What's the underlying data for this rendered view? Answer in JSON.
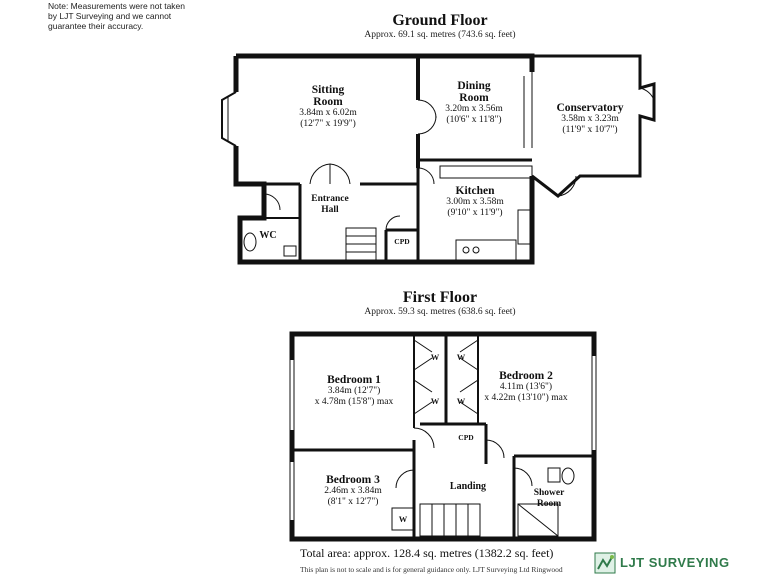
{
  "note": [
    "Note: Measurements were not taken",
    "by LJT Surveying and we cannot",
    "guarantee their accuracy."
  ],
  "ground_floor": {
    "title": "Ground Floor",
    "area": "Approx. 69.1 sq. metres (743.6 sq. feet)",
    "rooms": {
      "sitting": {
        "name1": "Sitting",
        "name2": "Room",
        "dim1": "3.84m x 6.02m",
        "dim2": "(12'7\" x 19'9\")"
      },
      "dining": {
        "name1": "Dining",
        "name2": "Room",
        "dim1": "3.20m x 3.56m",
        "dim2": "(10'6\" x 11'8\")"
      },
      "conservatory": {
        "name": "Conservatory",
        "dim1": "3.58m x 3.23m",
        "dim2": "(11'9\" x 10'7\")"
      },
      "entrance": {
        "name1": "Entrance",
        "name2": "Hall"
      },
      "kitchen": {
        "name": "Kitchen",
        "dim1": "3.00m x 3.58m",
        "dim2": "(9'10\" x 11'9\")"
      },
      "wc": {
        "name": "WC"
      },
      "cpd": {
        "name": "CPD"
      }
    }
  },
  "first_floor": {
    "title": "First Floor",
    "area": "Approx. 59.3 sq. metres (638.6 sq. feet)",
    "rooms": {
      "bedroom1": {
        "name": "Bedroom 1",
        "dim1": "3.84m (12'7\")",
        "dim2": "x 4.78m (15'8\") max"
      },
      "bedroom2": {
        "name": "Bedroom 2",
        "dim1": "4.11m (13'6\")",
        "dim2": "x 4.22m (13'10\") max"
      },
      "bedroom3": {
        "name": "Bedroom 3",
        "dim1": "2.46m x 3.84m",
        "dim2": "(8'1\" x 12'7\")"
      },
      "landing": {
        "name": "Landing"
      },
      "shower": {
        "name1": "Shower",
        "name2": "Room"
      },
      "cpd": {
        "name": "CPD"
      },
      "wardrobe": "W"
    }
  },
  "total_area": "Total area: approx. 128.4 sq. metres (1382.2 sq. feet)",
  "disclaimer": "This plan is not to scale and is for general guidance only. LJT Surveying Ltd Ringwood",
  "brand": {
    "name": "LJT SURVEYING",
    "color": "#2f7a4a"
  }
}
